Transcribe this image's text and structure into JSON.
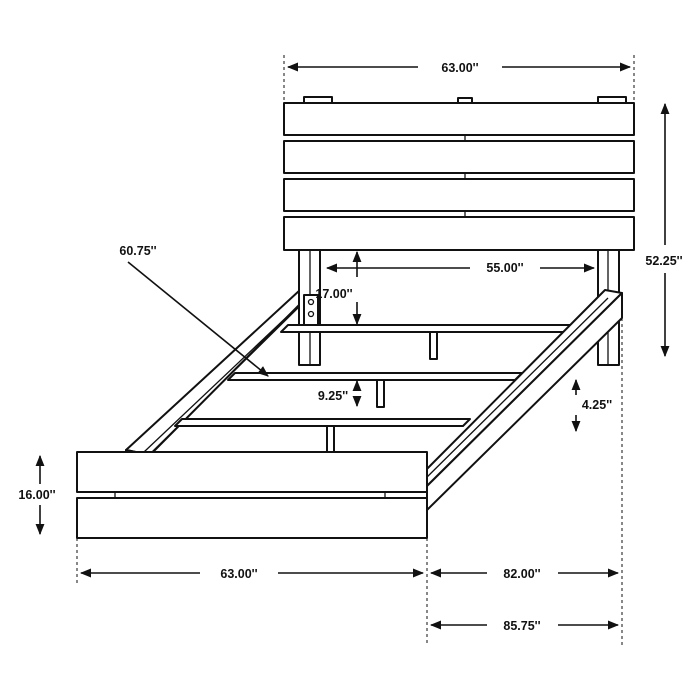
{
  "dimensions": {
    "headboard_width": "63.00''",
    "headboard_height": "52.25''",
    "side_rail_length": "60.75''",
    "inner_width": "55.00''",
    "headboard_clearance": "17.00''",
    "slat_clearance": "9.25''",
    "rail_height": "4.25''",
    "footboard_height": "16.00''",
    "footboard_width": "63.00''",
    "length": "82.00''",
    "overall_length": "85.75''"
  },
  "colors": {
    "line": "#111111",
    "background": "#ffffff"
  }
}
